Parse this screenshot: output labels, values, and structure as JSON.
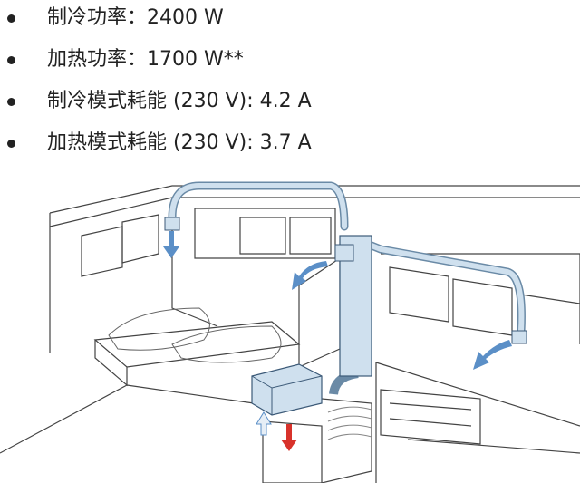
{
  "specs": [
    {
      "text": "制冷功率：2400 W"
    },
    {
      "text": "加热功率：1700 W**"
    },
    {
      "text": "制冷模式耗能 (230 V): 4.2 A"
    },
    {
      "text": "加热模式耗能 (230 V): 3.7 A"
    }
  ],
  "colors": {
    "duct": "#cfe0ee",
    "duct_stroke": "#6a8aa6",
    "cool_arrow": "#5b8fc7",
    "heat_arrow": "#d8322b",
    "line": "#444444"
  }
}
